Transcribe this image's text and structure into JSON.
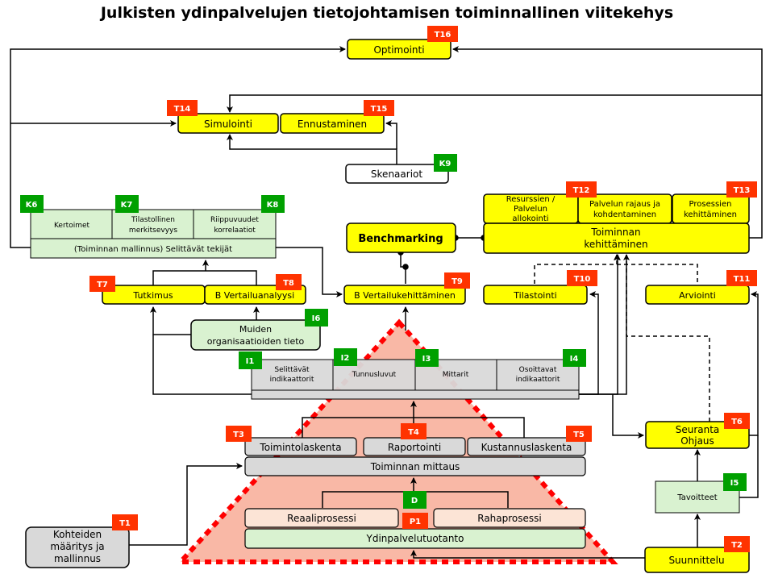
{
  "title": "Julkisten ydinpalvelujen tietojohtamisen toiminnallinen viitekehys",
  "colors": {
    "yellow": "#FFFF00",
    "yellow_edge": "#000000",
    "grey": "#D9D9D9",
    "green_light": "#D9F2D0",
    "green_tag": "#00A000",
    "red_tag": "#FF3300",
    "peach": "#FCE4D6",
    "pink": "#F9B8A6",
    "dotted_red": "#FF0000"
  },
  "boxes": {
    "optimointi": "Optimointi",
    "simulointi": "Simulointi",
    "ennustaminen": "Ennustaminen",
    "skenaariot": "Skenaariot",
    "kertoimet": "Kertoimet",
    "tilastollinen": "Tilastollinen merkitsevyys",
    "riippuvuudet": "Riippuvuudet korrelaatiot",
    "mallinnus": "(Toiminnan mallinnus)  Selittävät tekijät",
    "benchmarking": "Benchmarking",
    "resurssien": "Resurssien / Palvelun allokointi",
    "rajaus": "Palvelun rajaus ja kohdentaminen",
    "prosessien": "Prosessien kehittäminen",
    "toiminnan_kehittaminen": "Toiminnan kehittäminen",
    "tutkimus": "Tutkimus",
    "b_vertailuanalyysi": "B Vertailuanalyysi",
    "b_vertailukehittaminen": "B Vertailukehittäminen",
    "tilastointi": "Tilastointi",
    "arviointi": "Arviointi",
    "muiden": "Muiden organisaatioiden tieto",
    "selittavat": "Selittävät indikaattorit",
    "tunnusluvut": "Tunnusluvut",
    "mittarit": "Mittarit",
    "osoittavat": "Osoittavat indikaattorit",
    "toimintolaskenta": "Toimintolaskenta",
    "raportointi": "Raportointi",
    "kustannuslaskenta": "Kustannuslaskenta",
    "toiminnan_mittaus": "Toiminnan mittaus",
    "reaaliprosessi": "Reaaliprosessi",
    "rahaprosessi": "Rahaprosessi",
    "ydinpalvelutuotanto": "Ydinpalvelutuotanto",
    "kohteiden": "Kohteiden määritys ja mallinnus",
    "seuranta": "Seuranta Ohjaus",
    "tavoitteet": "Tavoitteet",
    "suunnittelu": "Suunnittelu"
  },
  "tags": {
    "T16": "T16",
    "T14": "T14",
    "T15": "T15",
    "K9": "K9",
    "K6": "K6",
    "K7": "K7",
    "K8": "K8",
    "T12": "T12",
    "T13": "T13",
    "T7": "T7",
    "T8": "T8",
    "T9": "T9",
    "T10": "T10",
    "T11": "T11",
    "I6": "I6",
    "I1": "I1",
    "I2": "I2",
    "I3": "I3",
    "I4": "I4",
    "T3": "T3",
    "T4": "T4",
    "T5": "T5",
    "D": "D",
    "P1": "P1",
    "T1": "T1",
    "T6": "T6",
    "I5": "I5",
    "T2": "T2"
  }
}
